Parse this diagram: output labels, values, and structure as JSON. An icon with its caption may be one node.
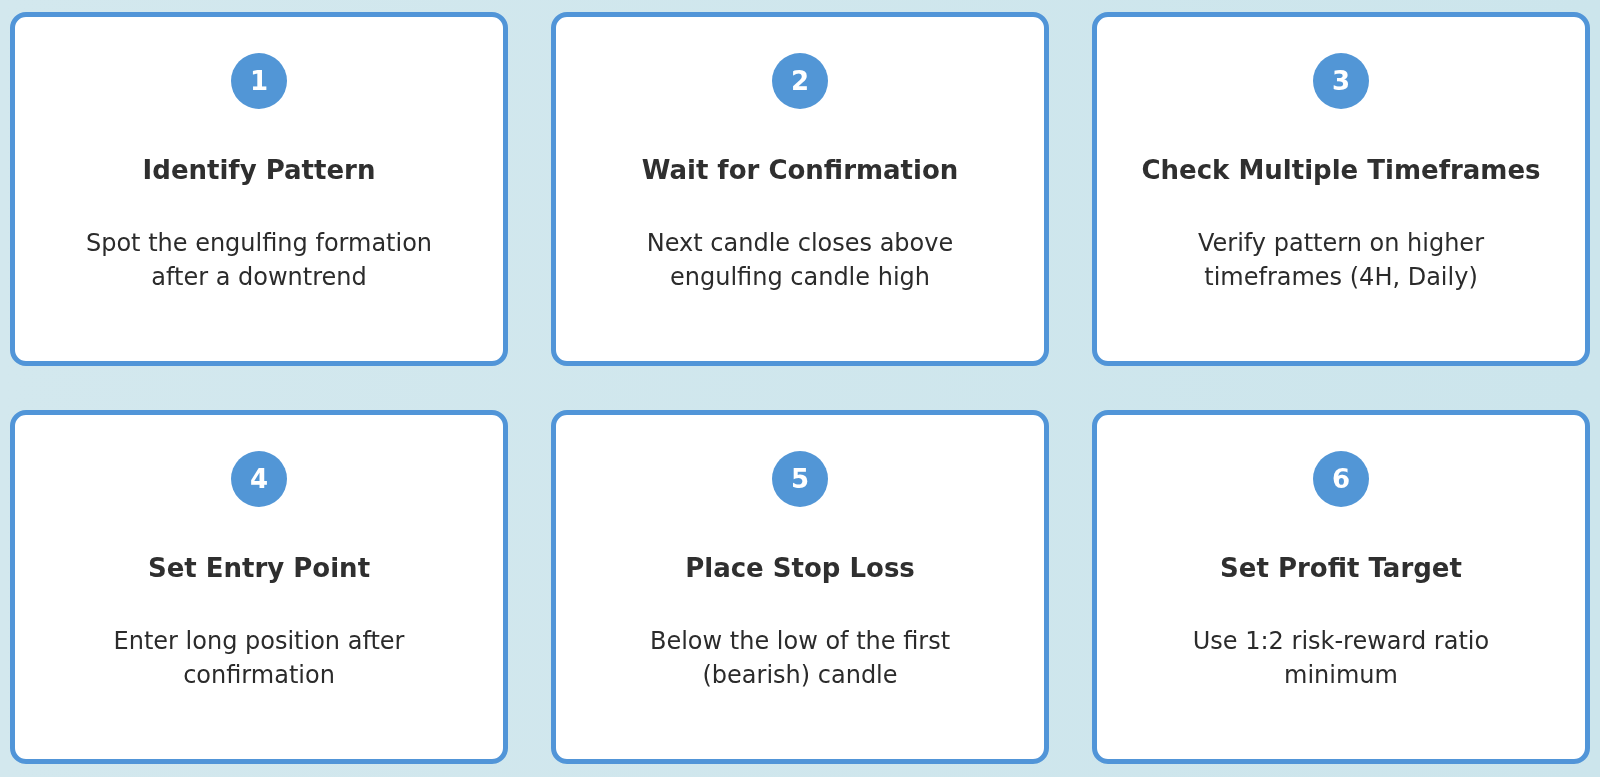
{
  "diagram": {
    "nodes": [
      {
        "text": [
          "Identify Pattern",
          "Spot the engulfing formation after a downtrend"
        ]
      },
      {
        "text": [
          "1"
        ],
        "in": 0
      },
      {
        "text": [
          "Wait for Confirmation",
          "Next candle closes above engulfing candle high"
        ]
      },
      {
        "text": [
          "2"
        ],
        "in": 2
      },
      {
        "text": [
          "Check Multiple Timeframes",
          "Verify pattern on higher timeframes (4H, Daily)"
        ]
      },
      {
        "text": [
          "3"
        ],
        "in": 4
      },
      {
        "text": [
          "Set Entry Point",
          "Enter long position after confirmation"
        ]
      },
      {
        "text": [
          "4"
        ],
        "in": 6
      },
      {
        "text": [
          "Place Stop Loss",
          "Below the low of the first (bearish) candle"
        ]
      },
      {
        "text": [
          "5"
        ],
        "in": 8
      },
      {
        "text": [
          "Set Profit Target",
          "Use 1:2 risk-reward ratio minimum"
        ]
      },
      {
        "text": [
          "6"
        ],
        "in": 10
      }
    ],
    "edges": []
  }
}
